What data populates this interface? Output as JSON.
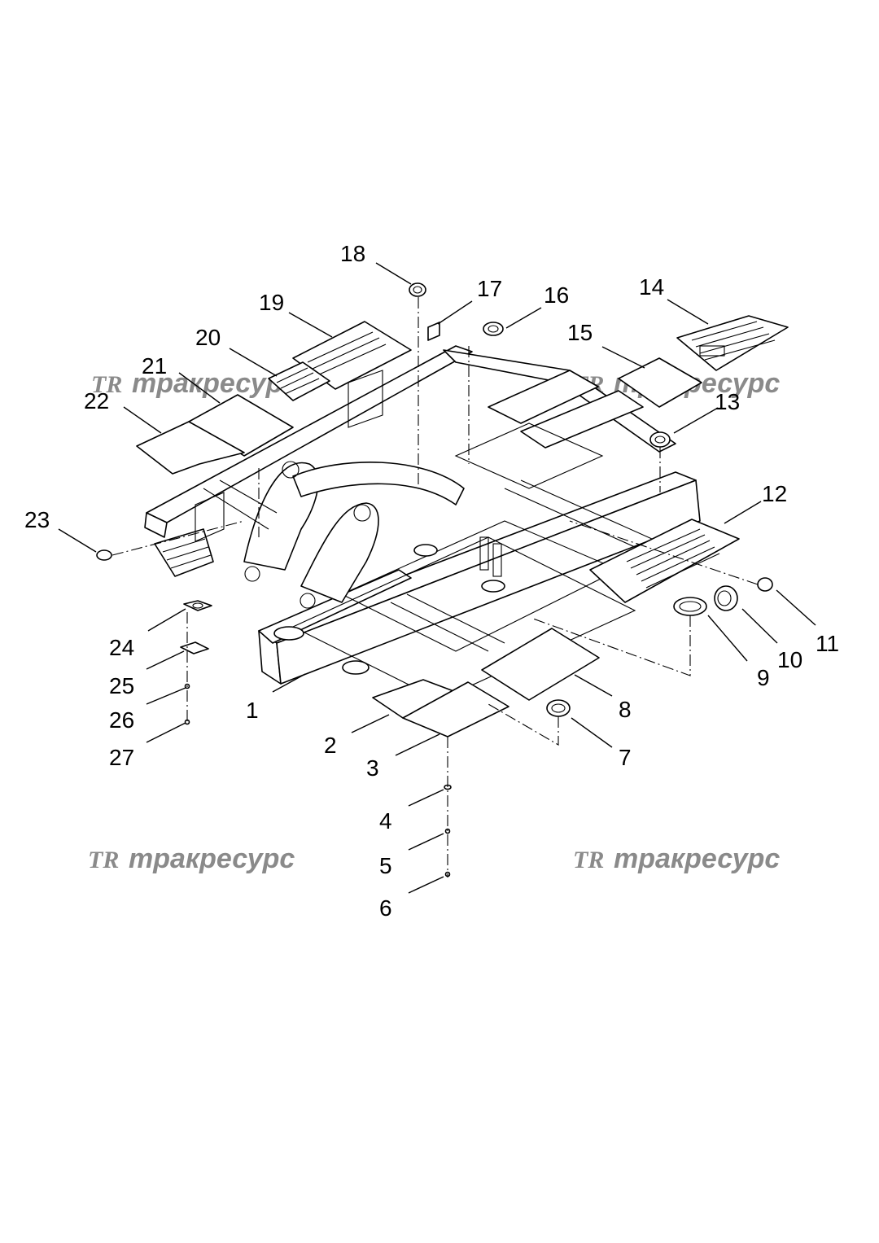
{
  "watermark": {
    "logo": "TR",
    "text": "тракресурс"
  },
  "callouts": [
    "1",
    "2",
    "3",
    "4",
    "5",
    "6",
    "7",
    "8",
    "9",
    "10",
    "11",
    "12",
    "13",
    "14",
    "15",
    "16",
    "17",
    "18",
    "19",
    "20",
    "21",
    "22",
    "23",
    "24",
    "25",
    "26",
    "27"
  ]
}
